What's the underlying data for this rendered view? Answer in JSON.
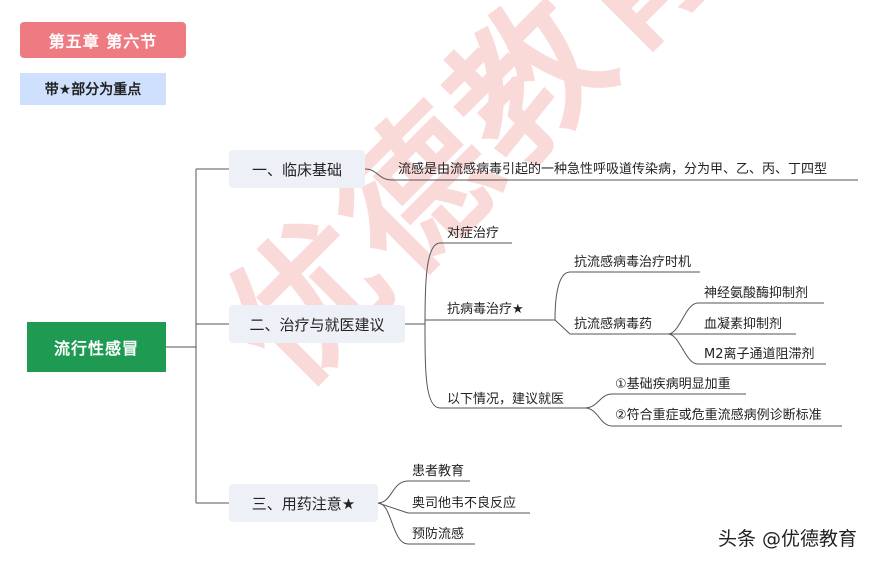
{
  "header": {
    "chapter": "第五章 第六节",
    "key_note": "带★部分为重点"
  },
  "root": "流行性感冒",
  "branches": {
    "b1": {
      "label": "一、临床基础",
      "leaf": "流感是由流感病毒引起的一种急性呼吸道传染病，分为甲、乙、丙、丁四型"
    },
    "b2": {
      "label": "二、治疗与就医建议",
      "symptomatic": "对症治疗",
      "antiviral": {
        "label": "抗病毒治疗★",
        "timing": "抗流感病毒治疗时机",
        "drugs": {
          "label": "抗流感病毒药",
          "items": [
            "神经氨酸酶抑制剂",
            "血凝素抑制剂",
            "M2离子通道阻滞剂"
          ]
        }
      },
      "visit": {
        "label": "以下情况，建议就医",
        "items": [
          "①基础疾病明显加重",
          "②符合重症或危重流感病例诊断标准"
        ]
      }
    },
    "b3": {
      "label": "三、用药注意★",
      "items": [
        "患者教育",
        "奥司他韦不良反应",
        "预防流感"
      ]
    }
  },
  "watermark": "优德教育",
  "credit": "头条 @优德教育",
  "colors": {
    "chapter_bg": "#ee7b82",
    "key_bg": "#cfe0ff",
    "root_bg": "#1e9a52",
    "branch_bg": "#edf0f6",
    "line": "#555555"
  }
}
